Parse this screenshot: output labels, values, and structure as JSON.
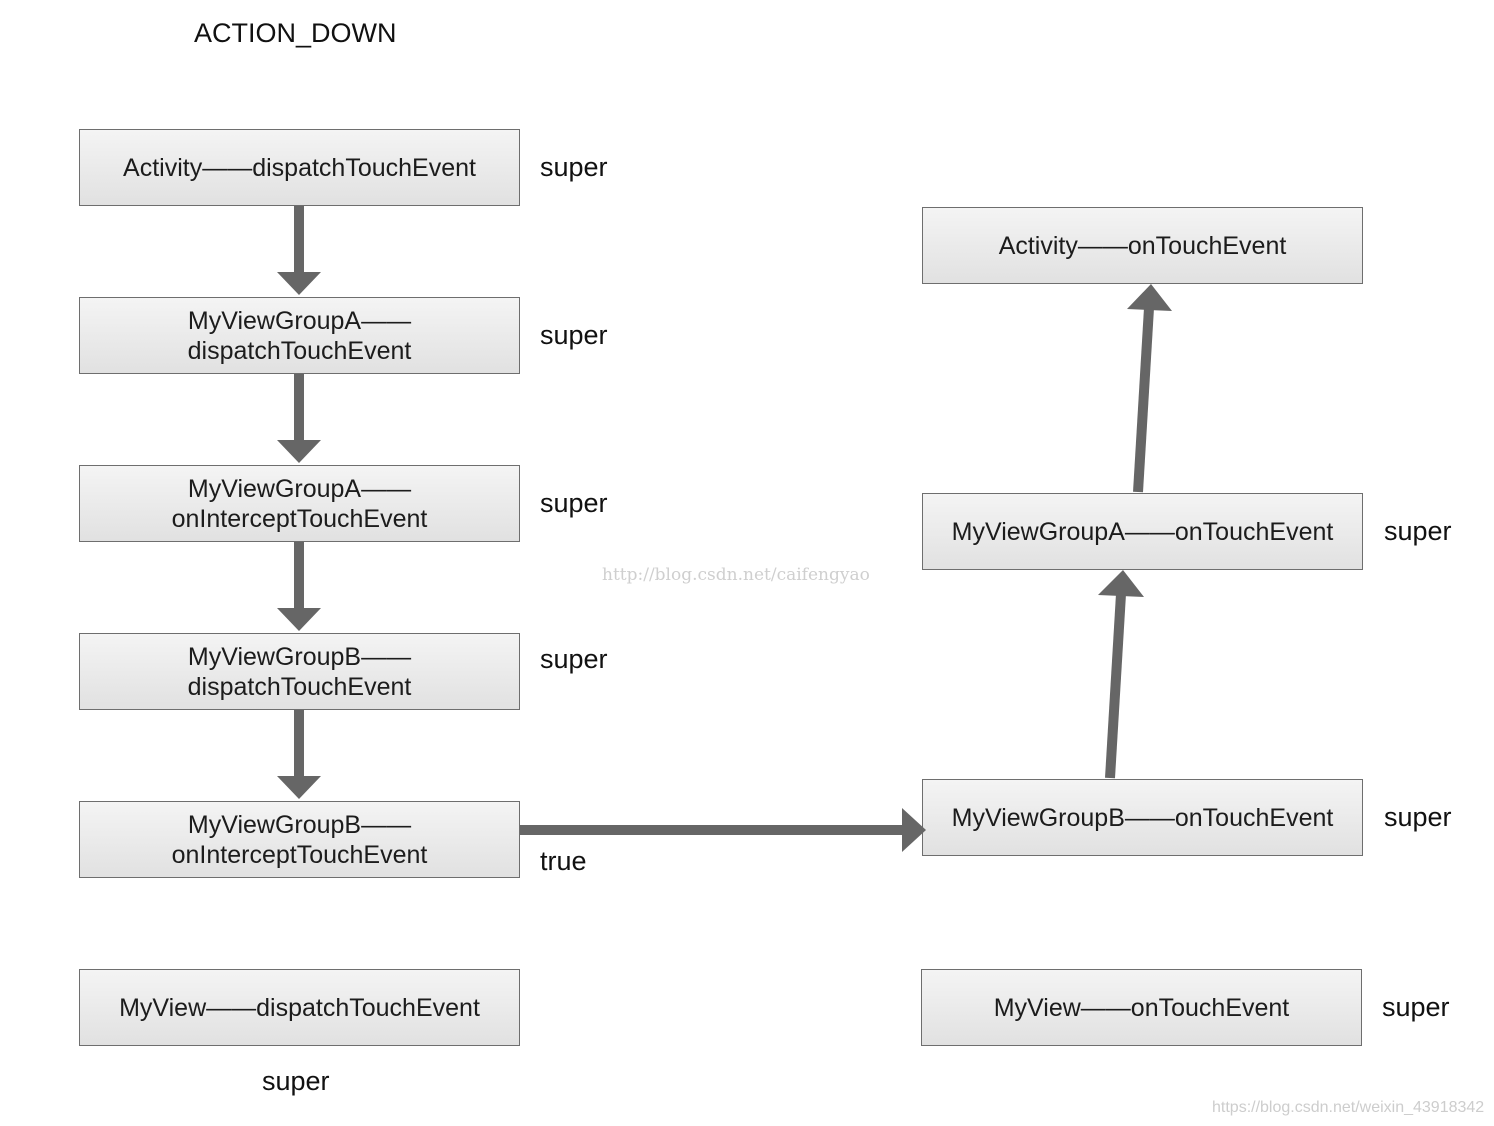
{
  "title": "ACTION_DOWN",
  "colors": {
    "arrow": "#666666",
    "box_border": "#6e6e6e",
    "box_fill_top": "#f4f4f4",
    "box_fill_bottom": "#e1e1e1"
  },
  "nodes": {
    "activity_dispatch": {
      "line1": "Activity——dispatchTouchEvent",
      "line2": ""
    },
    "groupA_dispatch": {
      "line1": "MyViewGroupA——",
      "line2": "dispatchTouchEvent"
    },
    "groupA_intercept": {
      "line1": "MyViewGroupA——",
      "line2": "onInterceptTouchEvent"
    },
    "groupB_dispatch": {
      "line1": "MyViewGroupB——",
      "line2": "dispatchTouchEvent"
    },
    "groupB_intercept": {
      "line1": "MyViewGroupB——",
      "line2": "onInterceptTouchEvent"
    },
    "myview_dispatch": {
      "line1": "MyView——dispatchTouchEvent",
      "line2": ""
    },
    "activity_touch": {
      "line1": "Activity——onTouchEvent",
      "line2": ""
    },
    "groupA_touch": {
      "line1": "MyViewGroupA——onTouchEvent",
      "line2": ""
    },
    "groupB_touch": {
      "line1": "MyViewGroupB——onTouchEvent",
      "line2": ""
    },
    "myview_touch": {
      "line1": "MyView——onTouchEvent",
      "line2": ""
    }
  },
  "notes": {
    "activity_dispatch": "super",
    "groupA_dispatch": "super",
    "groupA_intercept": "super",
    "groupB_dispatch": "super",
    "groupB_intercept": "true",
    "myview_dispatch": "super",
    "groupA_touch": "super",
    "groupB_touch": "super",
    "myview_touch": "super"
  },
  "edges": [
    {
      "from": "activity_dispatch",
      "to": "groupA_dispatch"
    },
    {
      "from": "groupA_dispatch",
      "to": "groupA_intercept"
    },
    {
      "from": "groupA_intercept",
      "to": "groupB_dispatch"
    },
    {
      "from": "groupB_dispatch",
      "to": "groupB_intercept"
    },
    {
      "from": "groupB_intercept",
      "to": "groupB_touch"
    },
    {
      "from": "groupB_touch",
      "to": "groupA_touch"
    },
    {
      "from": "groupA_touch",
      "to": "activity_touch"
    }
  ],
  "watermarks": {
    "center": "http://blog.csdn.net/caifengyao",
    "corner": "https://blog.csdn.net/weixin_43918342"
  }
}
